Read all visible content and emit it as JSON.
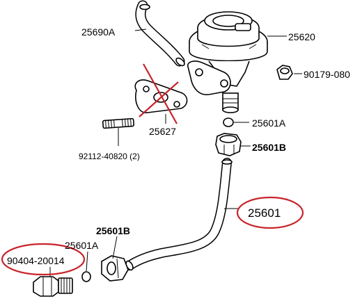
{
  "labels": {
    "p25690a": "25690A",
    "p25620": "25620",
    "p90179": "90179-080",
    "p25627": "25627",
    "p25601a_top": "25601A",
    "p25601b_top": "25601B",
    "p92112": "92112-40820 (2)",
    "p25601": "25601",
    "p25601b_bot": "25601B",
    "p25601a_bot": "25601A",
    "p90404": "90404-20014"
  },
  "colors": {
    "highlight": "#c8232a",
    "line": "#000000",
    "background": "#ffffff"
  }
}
